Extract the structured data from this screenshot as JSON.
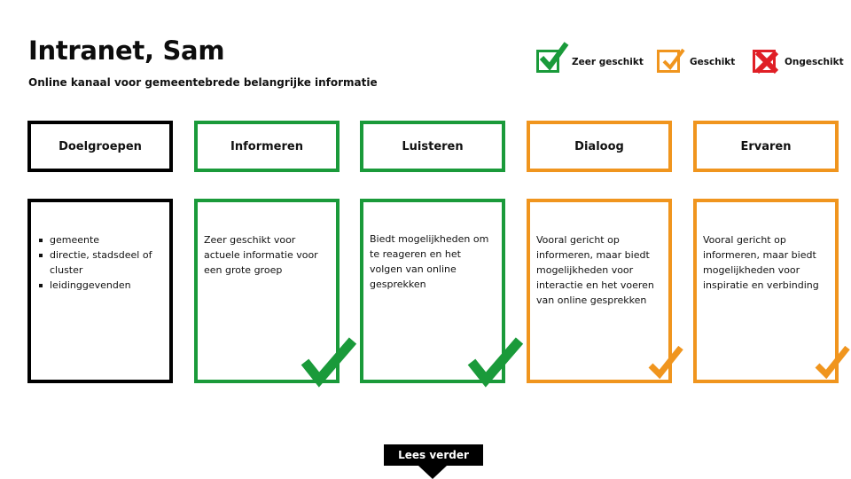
{
  "header": {
    "title": "Intranet, Sam",
    "subtitle": "Online kanaal voor gemeentebrede belangrijke informatie"
  },
  "legend": [
    {
      "label": "Zeer geschikt",
      "icon": "check-icon",
      "color": "#1a9a3a"
    },
    {
      "label": "Geschikt",
      "icon": "check-icon",
      "color": "#f0951e"
    },
    {
      "label": "Ongeschikt",
      "icon": "cross-icon",
      "color": "#e01f26"
    }
  ],
  "columns": [
    {
      "header": "Doelgroepen",
      "color": "#000000",
      "items": [
        "gemeente",
        "directie, stadsdeel of cluster",
        "leidinggevenden"
      ]
    },
    {
      "header": "Informeren",
      "color": "#1a9a3a",
      "text": "Zeer geschikt voor actuele informatie voor een grote groep",
      "rating": "Zeer geschikt"
    },
    {
      "header": "Luisteren",
      "color": "#1a9a3a",
      "text": "Biedt mogelijkheden om te reageren en het volgen van online gesprekken",
      "rating": "Zeer geschikt"
    },
    {
      "header": "Dialoog",
      "color": "#f0951e",
      "text": "Vooral gericht op informeren, maar biedt mogelijkheden voor interactie en het voeren van online gesprekken",
      "rating": "Geschikt"
    },
    {
      "header": "Ervaren",
      "color": "#f0951e",
      "text": "Vooral gericht op informeren, maar biedt mogelijkheden voor inspiratie en verbinding",
      "rating": "Geschikt"
    }
  ],
  "footer": {
    "button_label": "Lees verder"
  }
}
